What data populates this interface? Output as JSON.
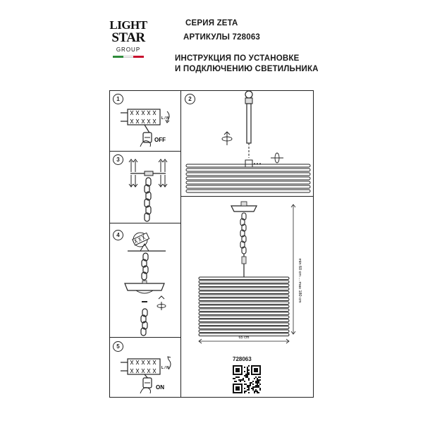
{
  "brand": {
    "line1": "LIGHT",
    "line2": "STAR",
    "line3": "GROUP",
    "flag_colors": [
      "#2e8b3a",
      "#ffffff",
      "#c8102e"
    ]
  },
  "header": {
    "series": "СЕРИЯ ZETA",
    "articles": "АРТИКУЛЫ 728063",
    "title_line1": "ИНСТРУКЦИЯ ПО УСТАНОВКЕ",
    "title_line2": "И ПОДКЛЮЧЕНИЮ СВЕТИЛЬНИКА"
  },
  "steps": {
    "s1": {
      "num": "1",
      "label": "OFF",
      "terminal_marks": "L / N"
    },
    "s2": {
      "num": "2"
    },
    "s3": {
      "num": "3"
    },
    "s4": {
      "num": "4"
    },
    "s5": {
      "num": "5",
      "label": "ON",
      "terminal_marks": "L / N"
    }
  },
  "dimensions": {
    "width": "65 cm",
    "height": "min 60 cm ... max 180 cm"
  },
  "article_code": "728063",
  "colors": {
    "line": "#222222",
    "accent_fill": "#dddddd"
  }
}
